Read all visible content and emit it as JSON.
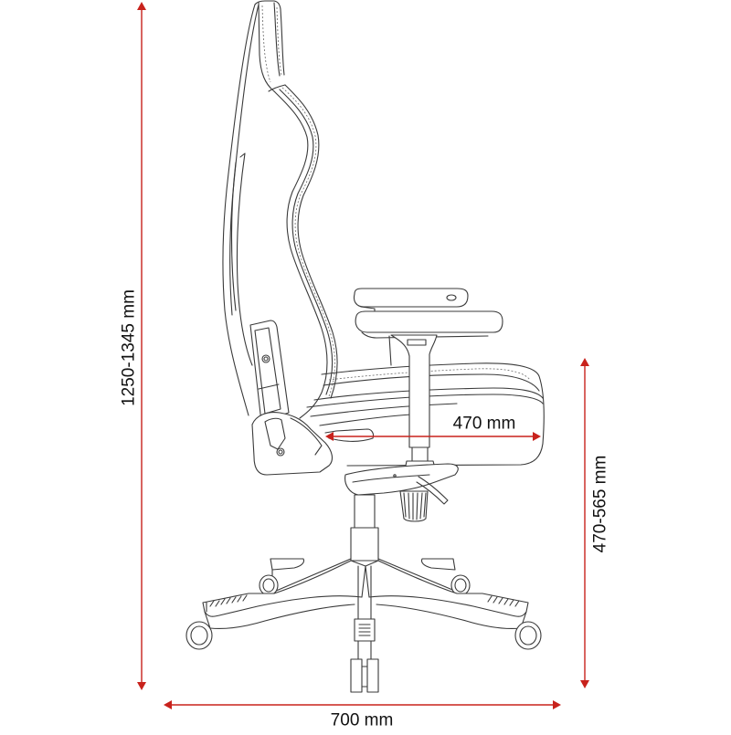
{
  "diagram": {
    "subject": "Office/gaming chair side view with dimensions",
    "accent_color": "#c8221c",
    "line_color": "#3a3a3a",
    "dimensions": {
      "total_height": {
        "label": "1250-1345 mm",
        "orientation": "vertical"
      },
      "seat_height": {
        "label": "470-565 mm",
        "orientation": "vertical"
      },
      "seat_depth": {
        "label": "470 mm",
        "orientation": "horizontal"
      },
      "base_width": {
        "label": "700 mm",
        "orientation": "horizontal"
      }
    }
  }
}
